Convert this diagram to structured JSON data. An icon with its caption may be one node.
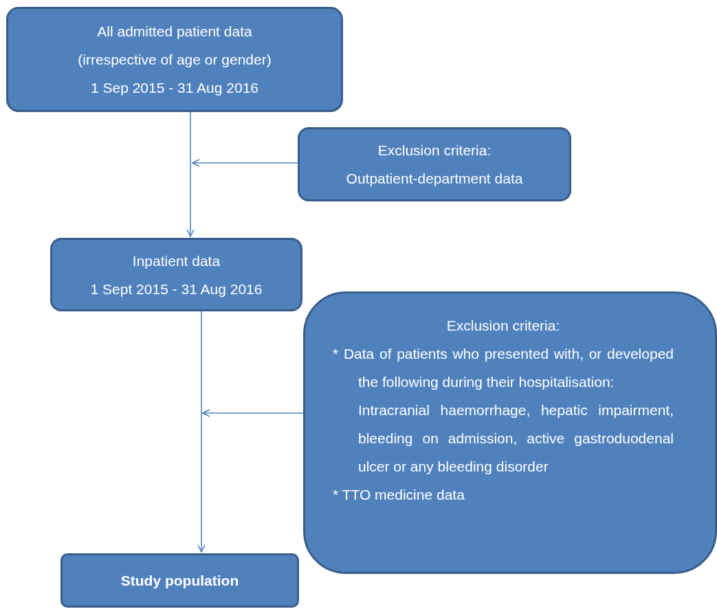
{
  "diagram": {
    "nodes": [
      {
        "text": [
          "All admitted patient data",
          "(irrespective of age or gender)",
          "1 Sep 2015 - 31 Aug 2016"
        ]
      },
      {
        "text": [
          "Exclusion criteria:",
          "Outpatient-department data"
        ]
      },
      {
        "text": [
          "Inpatient data",
          "1 Sept 2015 - 31 Aug 2016"
        ]
      },
      {
        "text": [
          "Exclusion criteria:",
          "* Data of patients who presented with, or developed the following during their hospitalisation:",
          "Intracranial haemorrhage, hepatic impairment, bleeding on admission, active gastroduodenal ulcer or any bleeding disorder",
          "* TTO medicine data"
        ]
      },
      {
        "text": [
          "Study population"
        ]
      }
    ],
    "edges": [
      {
        "from": 0,
        "to": 2,
        "arrow": "to"
      },
      {
        "from": 1,
        "to": null,
        "arrow": "to"
      },
      {
        "from": 2,
        "to": 4,
        "arrow": "to"
      },
      {
        "from": 3,
        "to": null,
        "arrow": "to"
      }
    ]
  }
}
